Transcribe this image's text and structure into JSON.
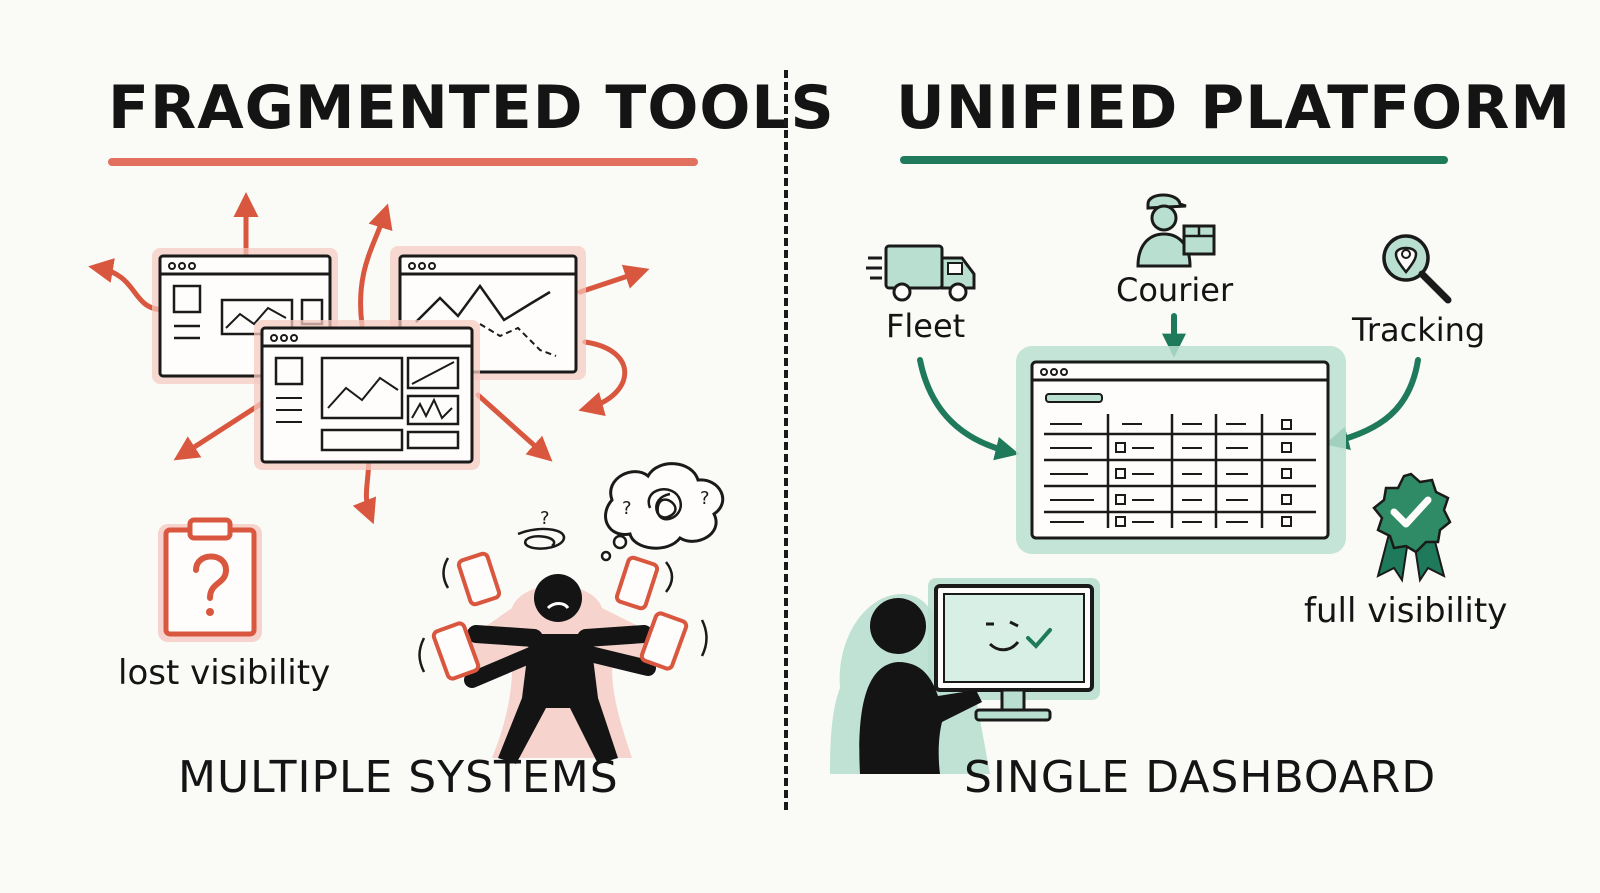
{
  "left": {
    "title": "FRAGMENTED TOOLS",
    "caption": "lost visibility",
    "bottom_caption": "MULTIPLE SYSTEMS"
  },
  "right": {
    "title": "UNIFIED PLATFORM",
    "nodes": {
      "fleet": "Fleet",
      "courier": "Courier",
      "tracking": "Tracking"
    },
    "caption": "full visibility",
    "bottom_caption": "SINGLE DASHBOARD"
  },
  "colors": {
    "fragmented_accent": "#e2705e",
    "unified_accent": "#1f7a5c",
    "ink": "#141414",
    "background": "#fafaf7"
  }
}
